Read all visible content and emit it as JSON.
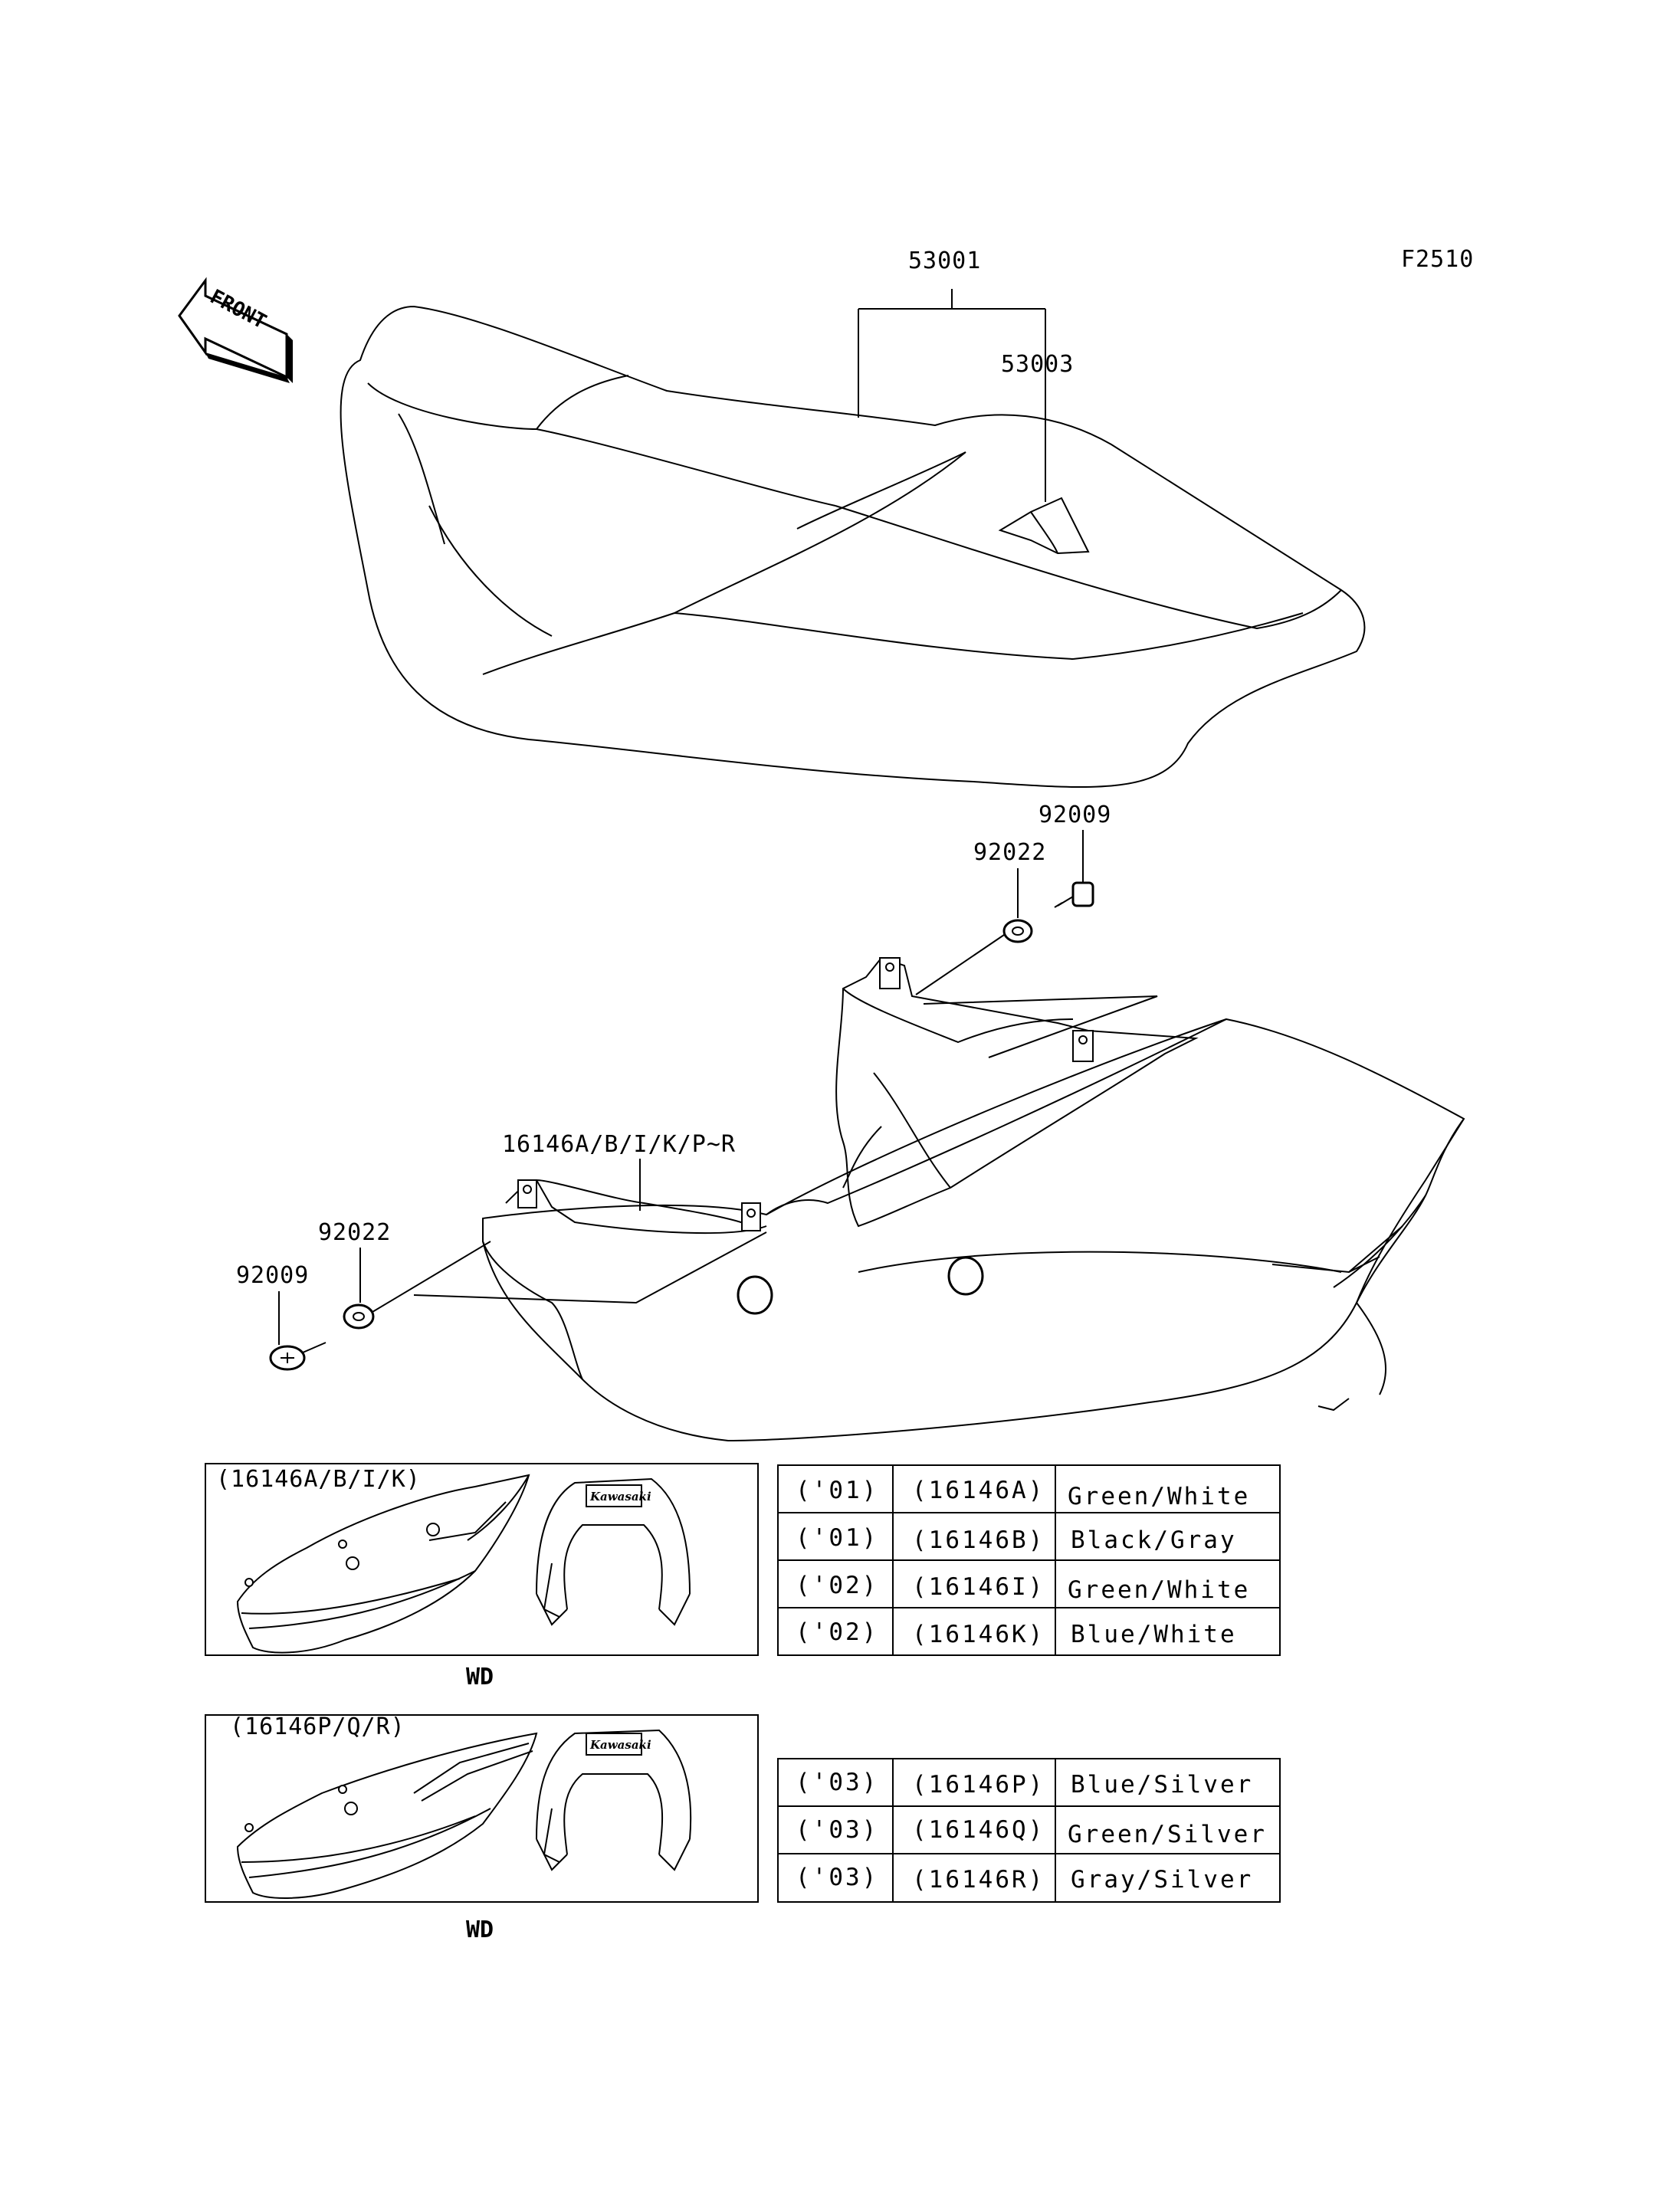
{
  "figure_id": "F2510",
  "front_arrow_text": "FRONT",
  "callouts": {
    "seat": "53001",
    "seat_cover": "53003",
    "bolt_right": "92009",
    "washer_right": "92022",
    "side_cover": "16146A/B/I/K/P~R",
    "washer_left": "92022",
    "bolt_left": "92009"
  },
  "insets": [
    {
      "label": "(16146A/B/I/K)",
      "caption": "WD",
      "logo_text": "Kawasaki"
    },
    {
      "label": "(16146P/Q/R)",
      "caption": "WD",
      "logo_text": "Kawasaki"
    }
  ],
  "color_table_1": [
    {
      "year": "('01)",
      "part": "(16146A)",
      "color": "Green/White"
    },
    {
      "year": "('01)",
      "part": "(16146B)",
      "color": "Black/Gray"
    },
    {
      "year": "('02)",
      "part": "(16146I)",
      "color": "Green/White"
    },
    {
      "year": "('02)",
      "part": "(16146K)",
      "color": "Blue/White"
    }
  ],
  "color_table_2": [
    {
      "year": "('03)",
      "part": "(16146P)",
      "color": "Blue/Silver"
    },
    {
      "year": "('03)",
      "part": "(16146Q)",
      "color": "Green/Silver"
    },
    {
      "year": "('03)",
      "part": "(16146R)",
      "color": "Gray/Silver"
    }
  ]
}
